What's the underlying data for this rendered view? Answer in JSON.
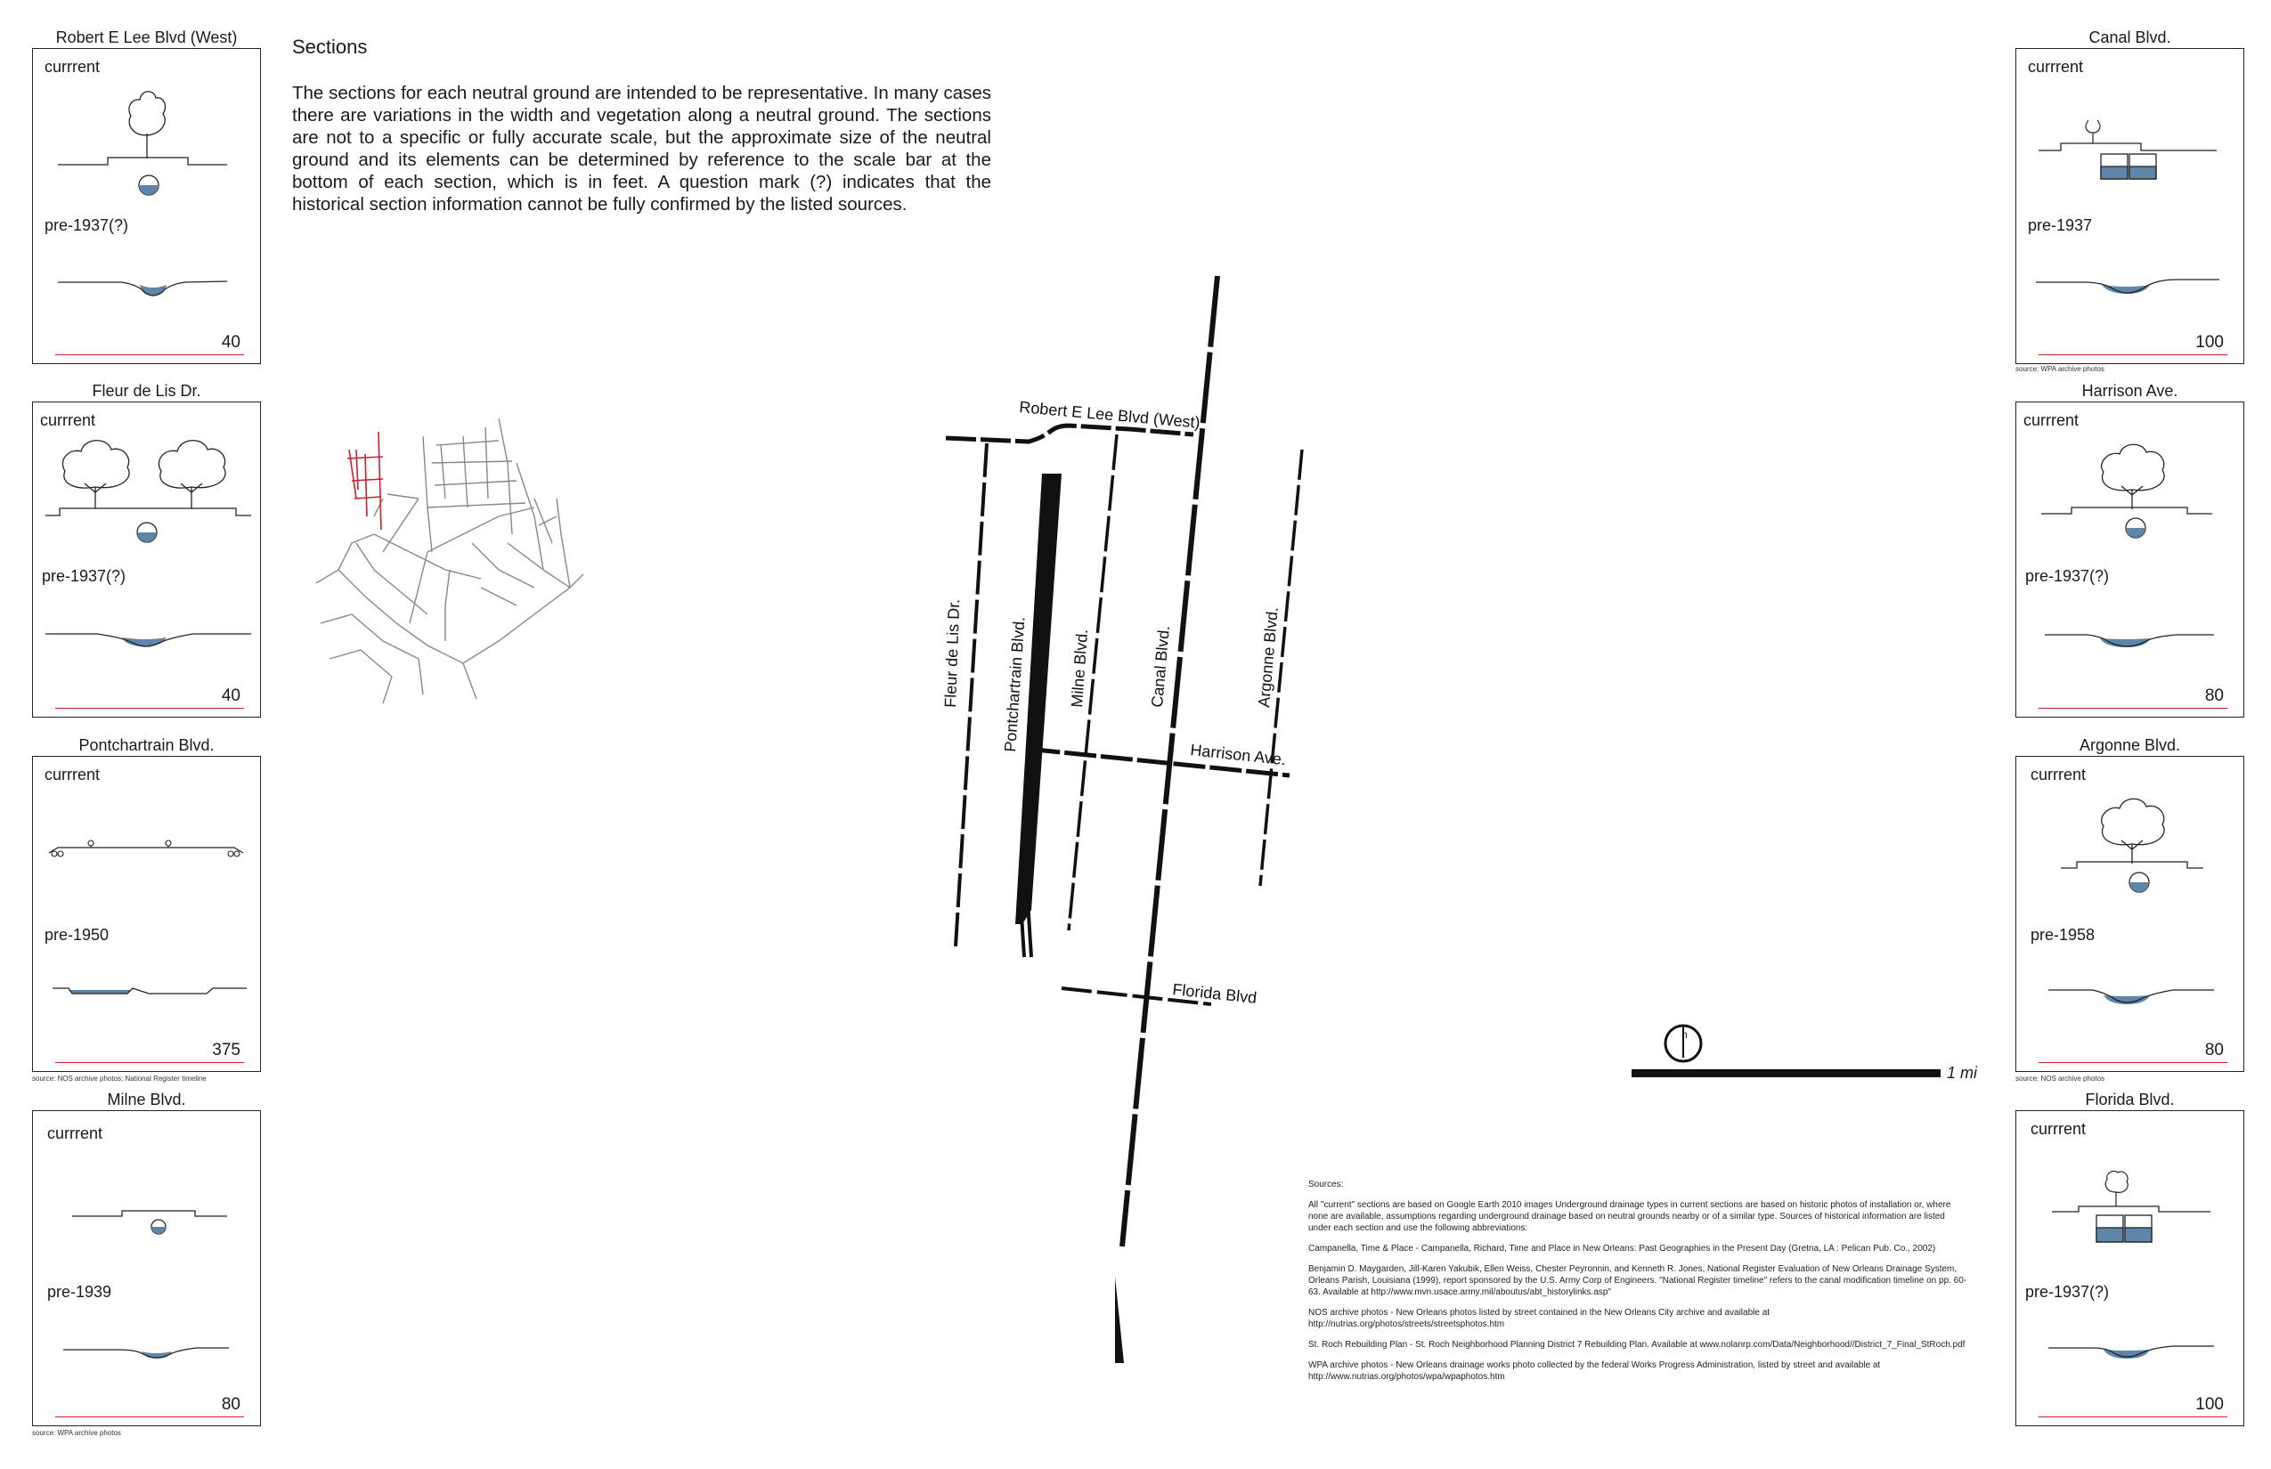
{
  "intro": {
    "title": "Sections",
    "text": "The sections for each neutral ground are intended to be representative.  In many cases there are variations in the width and vegetation along a neutral ground. The sections are not to a specific or fully accurate scale, but the approximate size of the neutral ground and its elements can be determined by reference to the scale bar at the bottom of each section, which is in feet. A question mark (?) indicates that the historical section information cannot be fully confirmed by the listed sources."
  },
  "panels": {
    "robert_e_lee": {
      "title": "Robert E Lee Blvd (West)",
      "current_label": "currrent",
      "historic_label": "pre-1937(?)",
      "scale": "40"
    },
    "fleur_de_lis": {
      "title": "Fleur de Lis Dr.",
      "current_label": "currrent",
      "historic_label": "pre-1937(?)",
      "scale": "40"
    },
    "pontchartrain": {
      "title": "Pontchartrain Blvd.",
      "current_label": "currrent",
      "historic_label": "pre-1950",
      "scale": "375",
      "source": "source:  NOS archive photos; National Register timeline"
    },
    "milne": {
      "title": "Milne Blvd.",
      "current_label": "currrent",
      "historic_label": "pre-1939",
      "scale": "80",
      "source": "source:  WPA archive photos"
    },
    "canal": {
      "title": "Canal Blvd.",
      "current_label": "currrent",
      "historic_label": "pre-1937",
      "scale": "100",
      "source": "source:  WPA archive photos"
    },
    "harrison": {
      "title": "Harrison Ave.",
      "current_label": "currrent",
      "historic_label": "pre-1937(?)",
      "scale": "80"
    },
    "argonne": {
      "title": "Argonne Blvd.",
      "current_label": "currrent",
      "historic_label": "pre-1958",
      "scale": "80",
      "source": "source:  NOS archive photos"
    },
    "florida": {
      "title": "Florida Blvd.",
      "current_label": "currrent",
      "historic_label": "pre-1937(?)",
      "scale": "100"
    }
  },
  "map": {
    "labels": {
      "robert_e_lee": "Robert E Lee Blvd (West)",
      "fleur_de_lis": "Fleur de Lis Dr.",
      "pontchartrain": "Pontchartrain Blvd.",
      "milne": "Milne Blvd.",
      "canal": "Canal Blvd.",
      "argonne": "Argonne Blvd.",
      "harrison": "Harrison Ave.",
      "florida": "Florida Blvd"
    },
    "scale_label": "1 mi",
    "north_label": "n"
  },
  "sources": {
    "heading": "Sources:",
    "items": [
      "All \"current\" sections are based on Google Earth 2010 images  Underground drainage types in current sections are based on historic photos of installation or, where none are available, assumptions regarding underground drainage based on neutral grounds nearby or of a similar type.  Sources of historical information are listed under each section and use the following  abbreviations:",
      "Campanella, Time & Place - Campanella, Richard, Time and Place in New Orleans:  Past Geographies in the Present Day (Gretna, LA : Pelican Pub. Co., 2002)",
      "Benjamin D. Maygarden, Jill-Karen Yakubik, Ellen Weiss, Chester Peyronnin, and Kenneth R. Jones, National Register Evaluation of New Orleans Drainage System, Orleans Parish, Louisiana (1999), report sponsored by the U.S. Army Corp of  Engineers.  \"National Register timeline\" refers to the canal modification timeline on pp. 60-63.  Available at http://www.mvn.usace.army.mil/aboutus/abt_historylinks.asp\"",
      "NOS archive photos - New Orleans photos listed by street contained in the New Orleans City archive and available at http://nutrias.org/photos/streets/streetsphotos.htm",
      "St. Roch Rebuilding Plan - St. Roch Neighborhood Planning District 7 Rebuilding Plan.  Available at www.nolanrp.com/Data/Neighborhood//District_7_Final_StRoch.pdf",
      "WPA archive photos - New Orleans drainage works photo collected by the federal Works Progress Administration, listed by street and available at http://www.nutrias.org/photos/wpa/wpaphotos.htm"
    ]
  },
  "colors": {
    "water": "#5f86a8",
    "red": "#c8202e",
    "ink": "#1a1a1a"
  }
}
